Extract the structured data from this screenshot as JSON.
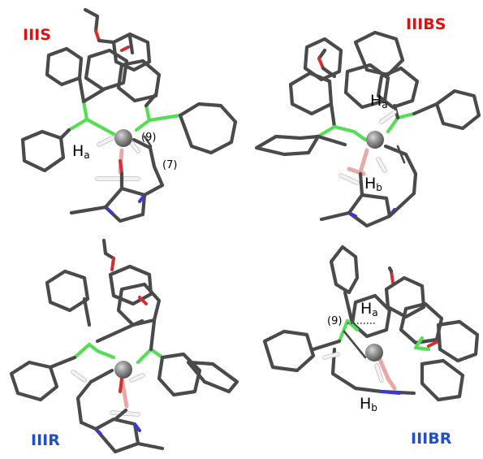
{
  "colors": {
    "label_s": "#e01010",
    "label_r": "#2050c8",
    "carbon": "#4a4a4a",
    "phosphorus": "#55dd55",
    "oxygen": "#d03030",
    "nitrogen": "#3a3ad0",
    "boron": "#e8a8a8",
    "metal": "#8a8a8a"
  },
  "panels": [
    {
      "label": "IIIS",
      "color": "label_s",
      "atom_labels": [
        {
          "main": "H",
          "sub": "a"
        }
      ],
      "numbers": [
        "(9)",
        "(7)"
      ]
    },
    {
      "label": "IIIBS",
      "color": "label_s",
      "atom_labels": [
        {
          "main": "H",
          "sub": "a"
        },
        {
          "main": "H",
          "sub": "b"
        }
      ],
      "numbers": []
    },
    {
      "label": "IIIR",
      "color": "label_r",
      "atom_labels": [],
      "numbers": []
    },
    {
      "label": "IIIBR",
      "color": "label_r",
      "atom_labels": [
        {
          "main": "H",
          "sub": "a"
        },
        {
          "main": "H",
          "sub": "b"
        }
      ],
      "numbers": [
        "(9)"
      ]
    }
  ]
}
